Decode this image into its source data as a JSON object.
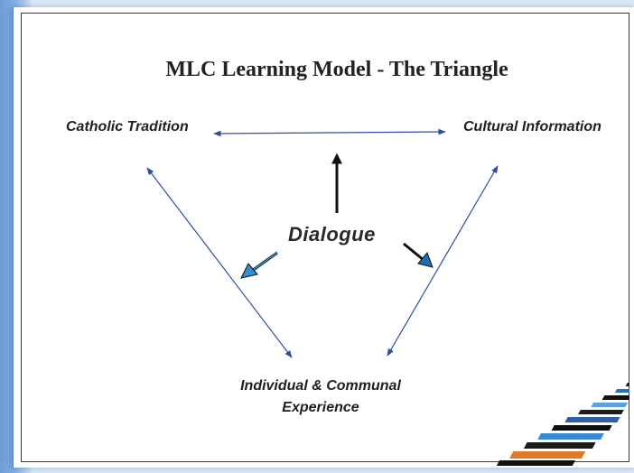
{
  "title": "MLC Learning Model - The Triangle",
  "nodes": {
    "left": "Catholic Tradition",
    "right": "Cultural Information",
    "bottom_line1": "Individual & Communal",
    "bottom_line2": "Experience"
  },
  "center": "Dialogue",
  "colors": {
    "connector": "#2d4ea0",
    "center_up_arrow": "#111111",
    "center_left_arrow": "#2f8fd0",
    "center_right_arrow": "#1a6fb3"
  }
}
